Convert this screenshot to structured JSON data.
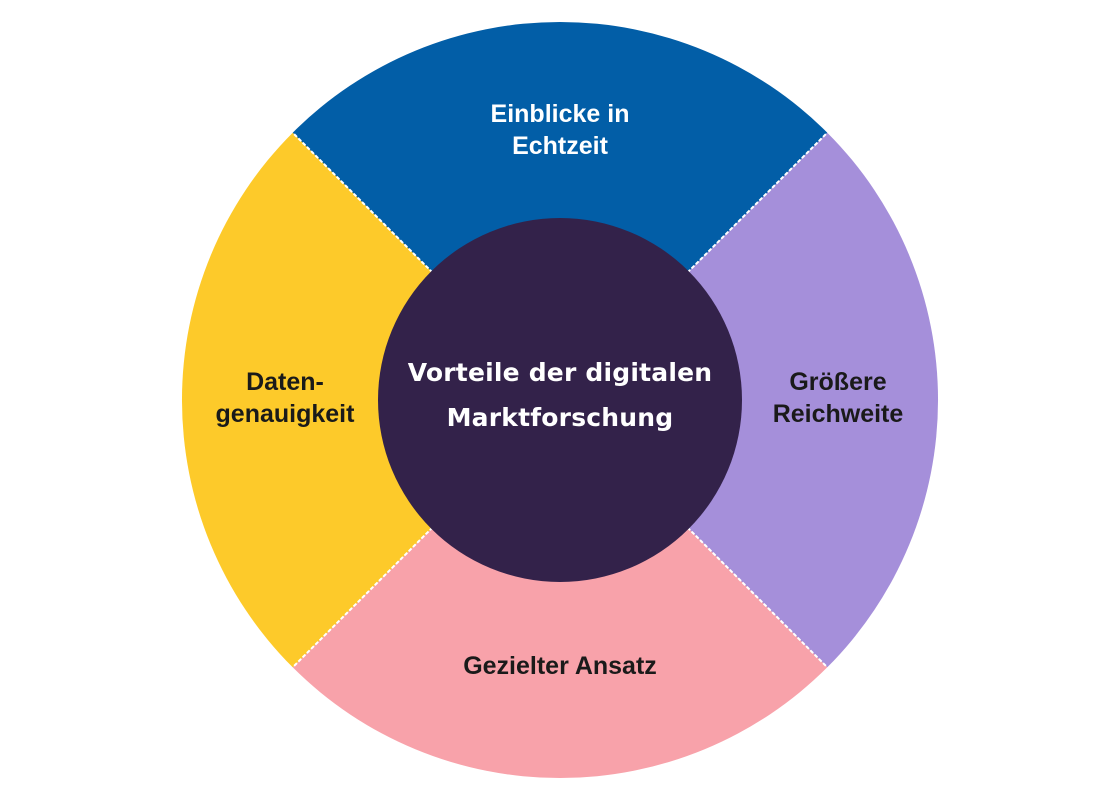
{
  "diagram": {
    "type": "circular-segmented-diagram",
    "center": {
      "title_line1": "Vorteile der digitalen",
      "title_line2": "Marktforschung",
      "color": "#33224A",
      "text_color": "#FFFFFF"
    },
    "segments": [
      {
        "position": "top",
        "line1": "Einblicke in",
        "line2": "Echtzeit",
        "color": "#025EA7",
        "text_color": "#FFFFFF"
      },
      {
        "position": "right",
        "line1": "Größere",
        "line2": "Reichweite",
        "color": "#A58FDA",
        "text_color": "#1A1A1A"
      },
      {
        "position": "bottom",
        "line1": "Gezielter Ansatz",
        "line2": "",
        "color": "#F8A2AA",
        "text_color": "#1A1A1A"
      },
      {
        "position": "left",
        "line1": "Daten-",
        "line2": "genauigkeit",
        "color": "#FDCA2A",
        "text_color": "#1A1A1A"
      }
    ],
    "divider_color": "#FFFFFF"
  }
}
